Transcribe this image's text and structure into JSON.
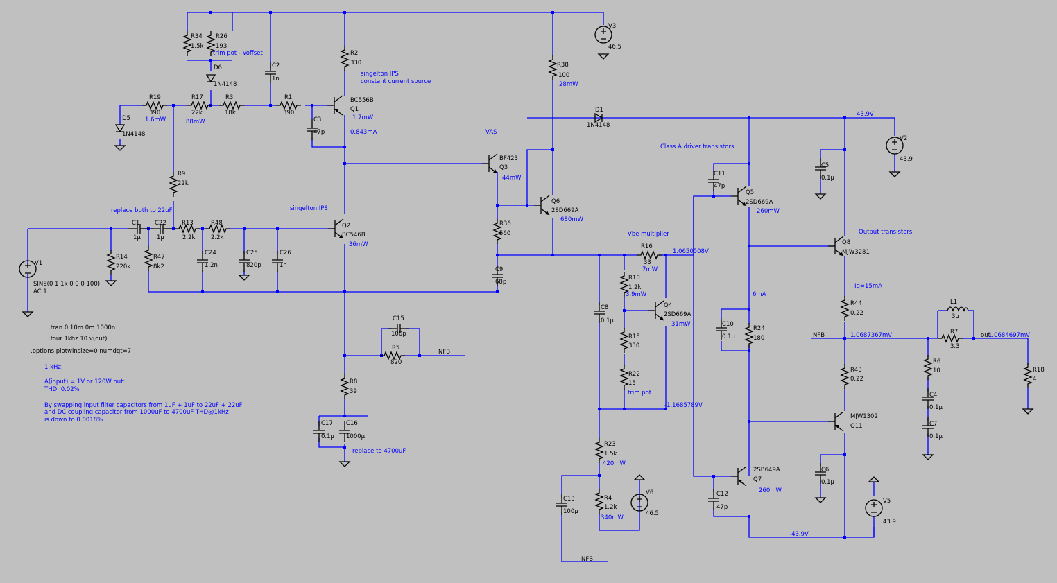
{
  "components": {
    "R34": {
      "ref": "R34",
      "value": "1.5k"
    },
    "R26": {
      "ref": "R26",
      "value": "193",
      "note": "trim pot - Voffset"
    },
    "D6": {
      "ref": "D6",
      "value": "1N4148"
    },
    "C2": {
      "ref": "C2",
      "value": "1n"
    },
    "R2": {
      "ref": "R2",
      "value": "330"
    },
    "R19": {
      "ref": "R19",
      "value": "390",
      "power": "1.6mW"
    },
    "R17": {
      "ref": "R17",
      "value": "22k",
      "power": "88mW"
    },
    "R3": {
      "ref": "R3",
      "value": "18k"
    },
    "R1": {
      "ref": "R1",
      "value": "390"
    },
    "C3": {
      "ref": "C3",
      "value": "47p"
    },
    "Q1": {
      "ref": "Q1",
      "model": "BC556B",
      "power": "1.7mW",
      "current": "0.843mA"
    },
    "D5": {
      "ref": "D5",
      "value": "1N4148"
    },
    "R9": {
      "ref": "R9",
      "value": "22k"
    },
    "V3": {
      "ref": "V3",
      "value": "46.5"
    },
    "R38": {
      "ref": "R38",
      "value": "100",
      "power": "28mW"
    },
    "D1": {
      "ref": "D1",
      "value": "1N4148"
    },
    "V2": {
      "ref": "V2",
      "value": "43.9"
    },
    "Q3": {
      "ref": "Q3",
      "model": "BF423",
      "power": "44mW"
    },
    "Q6": {
      "ref": "Q6",
      "model": "2SD669A",
      "power": "680mW"
    },
    "R36": {
      "ref": "R36",
      "value": "560"
    },
    "C9": {
      "ref": "C9",
      "value": "68p"
    },
    "C11": {
      "ref": "C11",
      "value": "47p"
    },
    "Q5": {
      "ref": "Q5",
      "model": "2SD669A",
      "power": "260mW"
    },
    "C5": {
      "ref": "C5",
      "value": "0.1µ"
    },
    "Q8": {
      "ref": "Q8",
      "model": "MJW3281"
    },
    "C1": {
      "ref": "C1",
      "value": "1µ"
    },
    "C22": {
      "ref": "C22",
      "value": "1µ"
    },
    "R13": {
      "ref": "R13",
      "value": "2.2k"
    },
    "R48": {
      "ref": "R48",
      "value": "2.2k"
    },
    "Q2": {
      "ref": "Q2",
      "model": "BC546B",
      "power": "36mW"
    },
    "V1": {
      "ref": "V1",
      "value": "SINE(0 1 1k 0 0 0 100)",
      "ac": "AC 1"
    },
    "R14": {
      "ref": "R14",
      "value": "220k"
    },
    "R47": {
      "ref": "R47",
      "value": "8k2"
    },
    "C24": {
      "ref": "C24",
      "value": "1.2n"
    },
    "C25": {
      "ref": "C25",
      "value": "820p"
    },
    "C26": {
      "ref": "C26",
      "value": "1n"
    },
    "R16": {
      "ref": "R16",
      "value": "33",
      "power": "7mW"
    },
    "R10": {
      "ref": "R10",
      "value": "1.2k",
      "power": "3.9mW"
    },
    "Q4": {
      "ref": "Q4",
      "model": "2SD669A",
      "power": "31mW"
    },
    "C8": {
      "ref": "C8",
      "value": "0.1µ"
    },
    "R15": {
      "ref": "R15",
      "value": "330"
    },
    "R22": {
      "ref": "R22",
      "value": "15",
      "note": "trim pot"
    },
    "C10": {
      "ref": "C10",
      "value": "0.1µ"
    },
    "R24": {
      "ref": "R24",
      "value": "180"
    },
    "R44": {
      "ref": "R44",
      "value": "0.22"
    },
    "L1": {
      "ref": "L1",
      "value": "3µ"
    },
    "R7": {
      "ref": "R7",
      "value": "3.3"
    },
    "R18": {
      "ref": "R18",
      "value": "4"
    },
    "R6": {
      "ref": "R6",
      "value": "10"
    },
    "C4": {
      "ref": "C4",
      "value": "0.1µ"
    },
    "C7": {
      "ref": "C7",
      "value": "0.1µ"
    },
    "R43": {
      "ref": "R43",
      "value": "0.22"
    },
    "Q11": {
      "ref": "Q11",
      "model": "MJW1302"
    },
    "C15": {
      "ref": "C15",
      "value": "100p"
    },
    "R5": {
      "ref": "R5",
      "value": "820"
    },
    "R8": {
      "ref": "R8",
      "value": "39"
    },
    "C17": {
      "ref": "C17",
      "value": "0.1µ"
    },
    "C16": {
      "ref": "C16",
      "value": "1000µ"
    },
    "R23": {
      "ref": "R23",
      "value": "1.5k",
      "power": "420mW"
    },
    "V6": {
      "ref": "V6",
      "value": "46.5"
    },
    "C13": {
      "ref": "C13",
      "value": "100µ"
    },
    "R4": {
      "ref": "R4",
      "value": "1.2k",
      "power": "340mW"
    },
    "Q7": {
      "ref": "Q7",
      "model": "2SB649A",
      "power": "260mW"
    },
    "C12": {
      "ref": "C12",
      "value": "47p"
    },
    "C6": {
      "ref": "C6",
      "value": "0.1µ"
    },
    "V5": {
      "ref": "V5",
      "value": "43.9"
    }
  },
  "nets": {
    "vplus": "43.9V",
    "vminus": "-43.9V",
    "vbe_top": "1.0650508V",
    "vbe_bot": "-1.1685789V",
    "nfb_v": "1.0687367mV",
    "out_v": "1.0684697mV",
    "nfb": "NFB",
    "out": "out"
  },
  "notes": {
    "ips_ccs_1": "singelton IPS",
    "ips_ccs_2": "constant current source",
    "vas": "VAS",
    "class_a": "Class A driver transistors",
    "ips": "singelton IPS",
    "replace_22": "replace both to 22uF",
    "vbe_mult": "Vbe multiplier",
    "output_tr": "Output transistors",
    "iq": "Iq=15mA",
    "six_ma": "6mA",
    "replace_4700": "replace to 4700uF"
  },
  "spice": {
    "tran": ".tran 0 10m 0m 1000n",
    "four": ".four 1khz 10 v(out)",
    "options": ".options plotwinsize=0 numdgt=7"
  },
  "comment": {
    "l1": "1 kHz:",
    "l2": "A(input) = 1V or 120W out:",
    "l3": "THD: 0.02%",
    "l4": "By swapping input filter capacitors from 1uF + 1uF  to 22uF + 22uF",
    "l5": "and DC coupling capacitor from 1000uF to 4700uF THD@1kHz",
    "l6": "is down to 0.0018%"
  }
}
